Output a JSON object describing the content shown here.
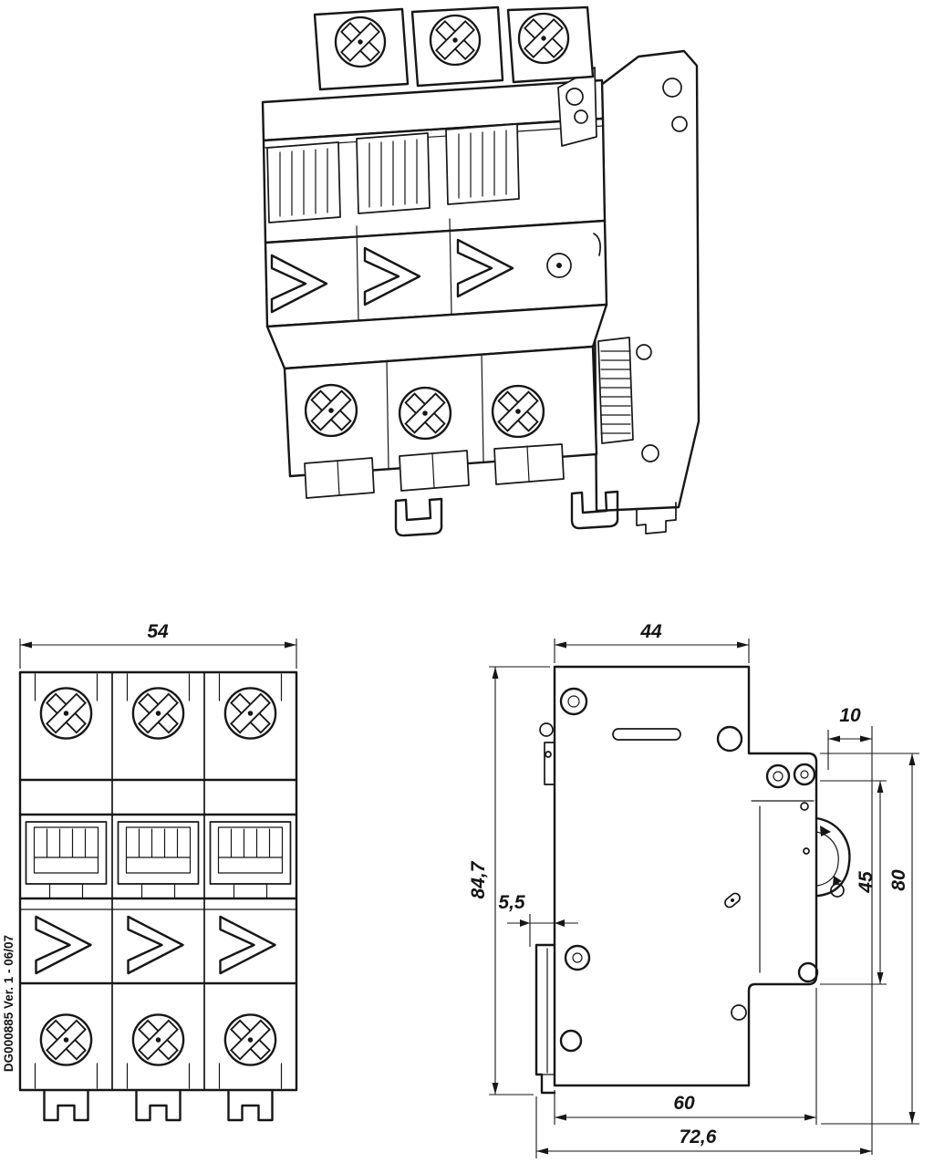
{
  "drawing": {
    "doc_ref": "DG000885 Ver. 1 - 06/07",
    "dimensions": {
      "front_width": "54",
      "top_depth": "44",
      "clip_step": "10",
      "total_height": "84,7",
      "rail_offset": "5,5",
      "latch_height": "45",
      "side_height": "80",
      "body_depth": "60",
      "total_depth": "72,6"
    }
  }
}
